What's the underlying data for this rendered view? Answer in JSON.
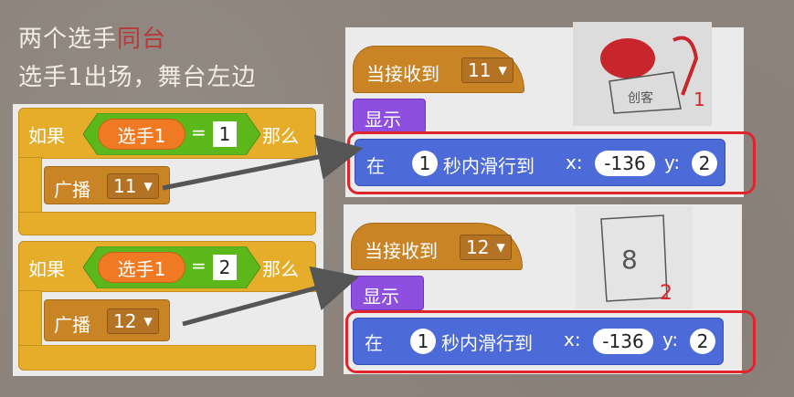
{
  "heading": {
    "line1_prefix": "两个选手",
    "line1_highlight": "同台",
    "line2": "选手1出场，舞台左边"
  },
  "left_script": {
    "if1": {
      "if_label": "如果",
      "sensor": "选手1",
      "op": "=",
      "value": "1",
      "then_label": "那么"
    },
    "bcast1": {
      "label": "广播",
      "message": "11"
    },
    "if2": {
      "if_label": "如果",
      "sensor": "选手1",
      "op": "=",
      "value": "2",
      "then_label": "那么"
    },
    "bcast2": {
      "label": "广播",
      "message": "12"
    }
  },
  "script1": {
    "hat_label": "当接收到",
    "hat_message": "11",
    "show_label": "显示",
    "glide": {
      "in_label": "在",
      "secs": "1",
      "mid_label": "秒内滑行到",
      "x_label": "x:",
      "x": "-136",
      "y_label": "y:",
      "y": "2"
    },
    "photo_mark": "1",
    "photo_caption": "创客"
  },
  "script2": {
    "hat_label": "当接收到",
    "hat_message": "12",
    "show_label": "显示",
    "glide": {
      "in_label": "在",
      "secs": "1",
      "mid_label": "秒内滑行到",
      "x_label": "x:",
      "x": "-136",
      "y_label": "y:",
      "y": "2"
    },
    "photo_mark": "2",
    "photo_glyph": "8"
  },
  "colors": {
    "control": "#e5ad2a",
    "event": "#c98525",
    "looks": "#8e4fe0",
    "motion": "#4c6ad8",
    "operator": "#5cb71a",
    "sensor": "#f07a23",
    "highlight_box": "#e0242c"
  }
}
